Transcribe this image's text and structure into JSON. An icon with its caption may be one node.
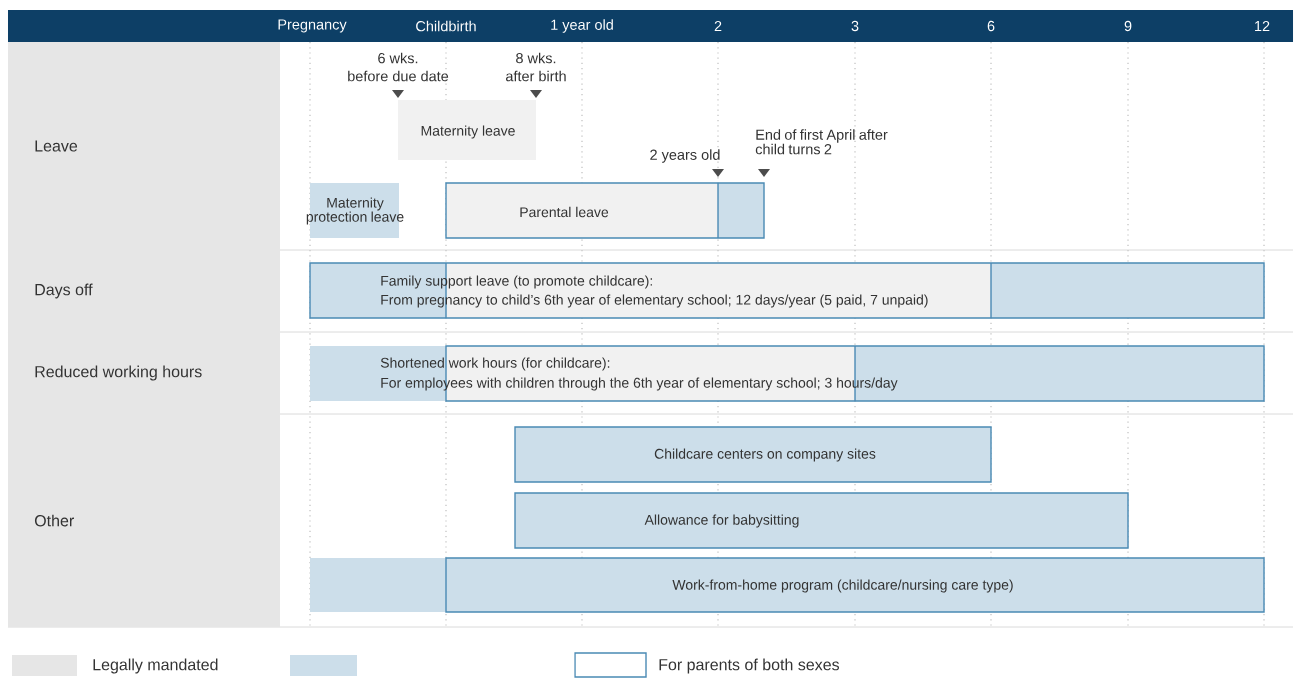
{
  "diagram": {
    "nodes": [
      {
        "text": [
          "Leave"
        ]
      },
      {
        "text": [
          "Days off"
        ]
      },
      {
        "text": [
          "Reduced working hours"
        ]
      },
      {
        "text": [
          "Other"
        ]
      },
      {
        "text": [
          "Maternity leave"
        ]
      },
      {
        "text": [
          "Maternity protection leave"
        ]
      },
      {
        "text": [
          "Parental leave"
        ]
      },
      {
        "text": [
          "Family support leave (to promote childcare):",
          "From pregnancy to child’s 6th year of elementary school; 12 days/year (5 paid, 7 unpaid)"
        ]
      },
      {
        "text": [
          "Shortened work hours (for childcare):",
          "For employees with children through the 6th year of elementary school; 3 hours/day"
        ]
      },
      {
        "text": [
          "Childcare centers on company sites"
        ]
      },
      {
        "text": [
          "Allowance for babysitting"
        ]
      },
      {
        "text": [
          "Work-from-home program (childcare/nursing care type)"
        ]
      }
    ],
    "labels": [
      "Pregnancy",
      "Childbirth",
      "1 year old",
      "2",
      "3",
      "6",
      "9",
      "12",
      "6 wks.",
      "before due date",
      "8 wks.",
      "after birth",
      "2 years old",
      "End of first April after child turns 2"
    ],
    "legend": [
      {
        "text": "Legally  mandated",
        "color": "#e6e6e6"
      },
      {
        "text": "For parents of both sexes"
      }
    ]
  }
}
